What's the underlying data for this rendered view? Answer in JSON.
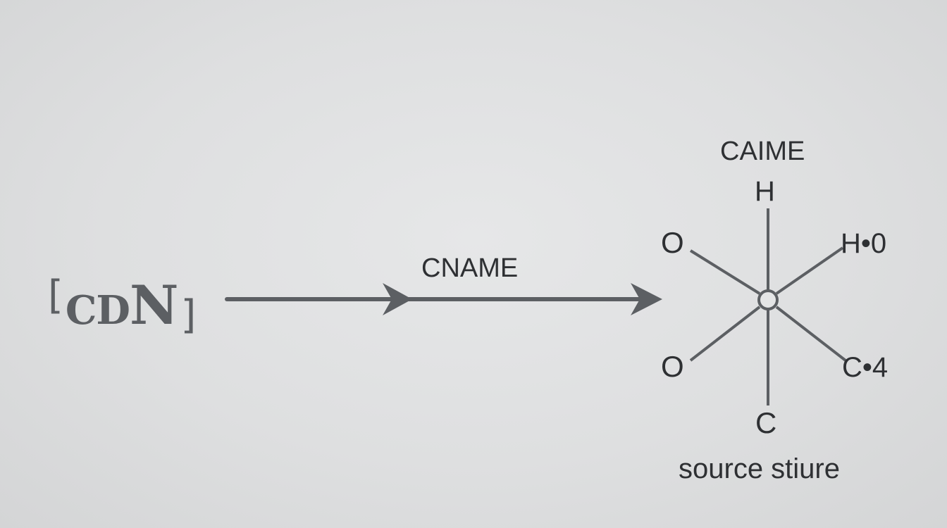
{
  "diagram": {
    "source": {
      "lead": "[",
      "caps_small": "CD",
      "caps_large": "N",
      "trail": "]"
    },
    "arrow_label": "CNAME",
    "structure": {
      "title": "CAIME",
      "atoms": {
        "top": "H",
        "upper_left": "O",
        "upper_right": "H•0",
        "lower_left": "O",
        "lower_right": "C•4",
        "bottom": "C"
      },
      "caption": "source stiure"
    },
    "colors": {
      "background": "#dfe0e1",
      "stroke": "#5c5f63",
      "text": "#2e3033"
    }
  }
}
